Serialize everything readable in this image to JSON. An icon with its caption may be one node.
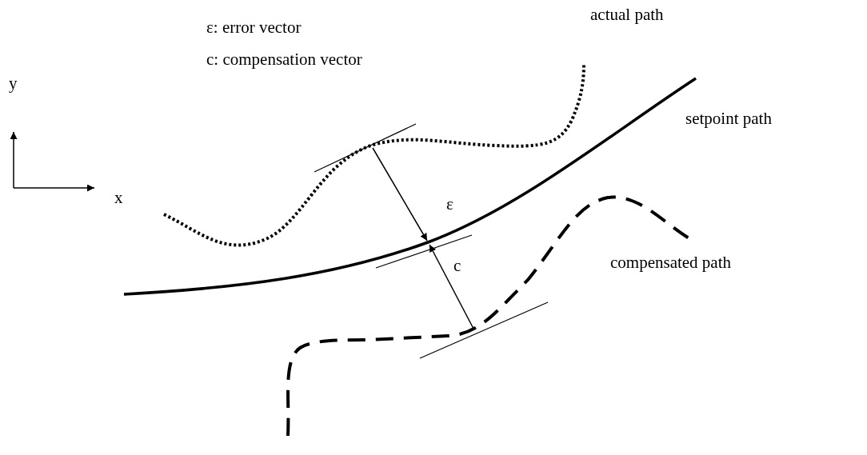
{
  "diagram": {
    "labels": [
      "ε: error vector",
      "c: compensation vector",
      "actual path",
      "y",
      "setpoint path",
      "x",
      "ε",
      "compensated path",
      "c"
    ]
  }
}
